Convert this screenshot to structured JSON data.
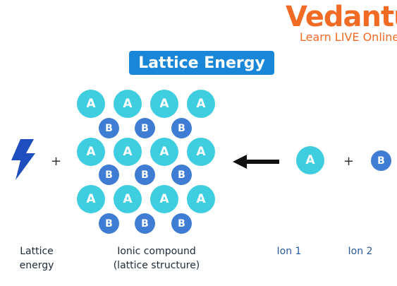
{
  "logo": {
    "brand": "Vedantu",
    "tagline": "Learn LIVE Online"
  },
  "title": "Lattice Energy",
  "lattice": {
    "row_large": [
      "A",
      "A",
      "A",
      "A"
    ],
    "row_small": [
      "B",
      "B",
      "B"
    ]
  },
  "ions": {
    "ion1": "A",
    "ion2": "B"
  },
  "operators": {
    "plus": "+"
  },
  "labels": {
    "lattice_energy_line1": "Lattice",
    "lattice_energy_line2": "energy",
    "compound_line1": "Ionic compound",
    "compound_line2": "(lattice structure)",
    "ion1": "Ion 1",
    "ion2": "Ion 2"
  },
  "colors": {
    "brand": "#f26b24",
    "title_bg": "#1a86d7",
    "ion_a": "#3fcde0",
    "ion_b": "#3f7cd3",
    "bolt": "#1f4fbf"
  }
}
